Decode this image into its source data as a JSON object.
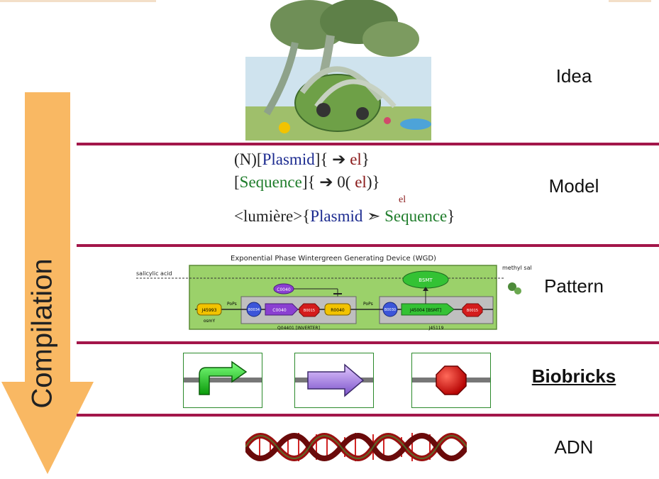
{
  "levels": {
    "idea": "Idea",
    "model": "Model",
    "pattern": "Pattern",
    "biobricks": "Biobricks",
    "adn": "ADN"
  },
  "arrow": {
    "label": "Compilation",
    "color": "#f9b863"
  },
  "divider_color": "#a3164a",
  "model": {
    "line1": {
      "prefix": "(N)[",
      "plasmid": "Plasmid",
      "mid": "]{",
      "arrow": "➔",
      "el": "el",
      "suffix": "}"
    },
    "line2": {
      "prefix": "[",
      "sequence": "Sequence",
      "mid": "]{",
      "arrow": "➔",
      "zero": "0(",
      "el": "el",
      "suffix": ")}"
    },
    "line3": {
      "prefix": "<lumière>{",
      "plasmid": "Plasmid",
      "arrow": "➣",
      "arrow_label": "el",
      "sequence": "Sequence",
      "suffix": "}"
    }
  },
  "pattern_diagram": {
    "title": "Exponential Phase Wintergreen Generating Device (WGD)",
    "input": "salicylic acid",
    "output": "methyl salicylate",
    "bsmt": "BSMT",
    "c0040_protein": "C0040",
    "pops1": "PoPs",
    "pops2": "PoPs",
    "parts_left": {
      "j45993": "J45993",
      "osmy": "osmY",
      "b0034": "B0034",
      "c0040": "C0040",
      "b0015": "B0015",
      "r0040": "R0040",
      "group": "Q04401 [INVERTER]"
    },
    "parts_right": {
      "b0030": "B0030",
      "j45004": "J45004 [BSMT]",
      "b0015": "B0015",
      "group": "J45119"
    }
  },
  "biobricks": [
    "promoter-icon",
    "coding-sequence-icon",
    "terminator-icon"
  ]
}
